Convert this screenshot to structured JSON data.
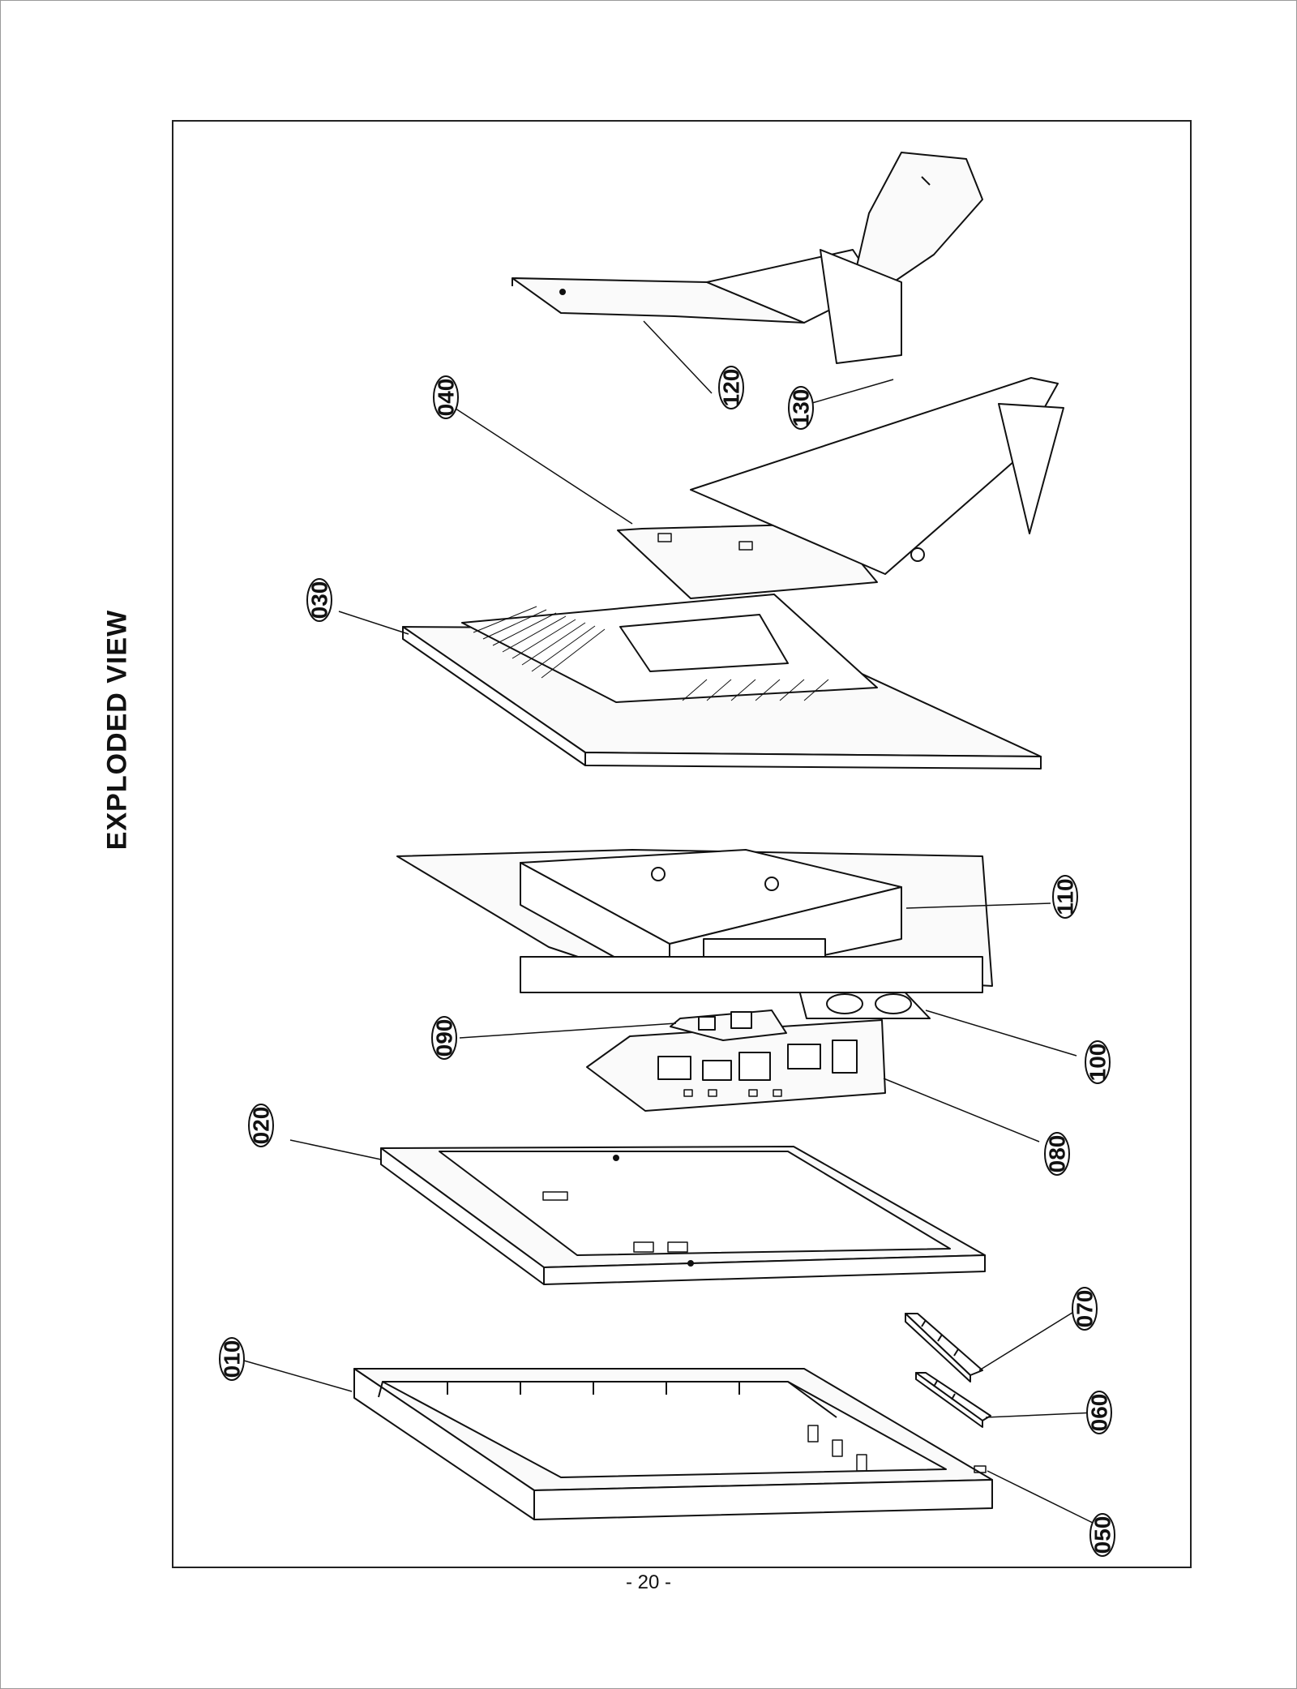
{
  "page": {
    "title": "EXPLODED VIEW",
    "page_number": "- 20 -"
  },
  "parts": [
    {
      "id": "010"
    },
    {
      "id": "020"
    },
    {
      "id": "030"
    },
    {
      "id": "040"
    },
    {
      "id": "050"
    },
    {
      "id": "060"
    },
    {
      "id": "070"
    },
    {
      "id": "080"
    },
    {
      "id": "090"
    },
    {
      "id": "100"
    },
    {
      "id": "110"
    },
    {
      "id": "120"
    },
    {
      "id": "130"
    }
  ]
}
